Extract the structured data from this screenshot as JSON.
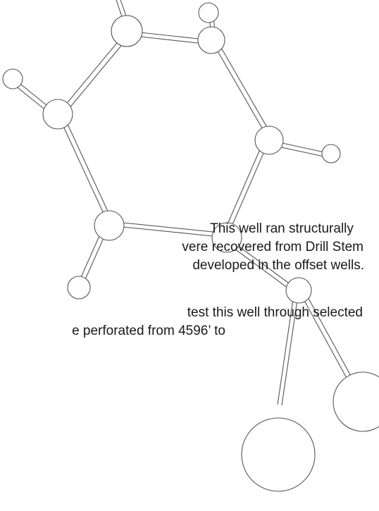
{
  "text_lines": [
    "This well ran structurally",
    "vere recovered from Drill Stem",
    "developed in the offset wells.",
    "test this well through selected",
    "e perforated from 4596’ to"
  ]
}
